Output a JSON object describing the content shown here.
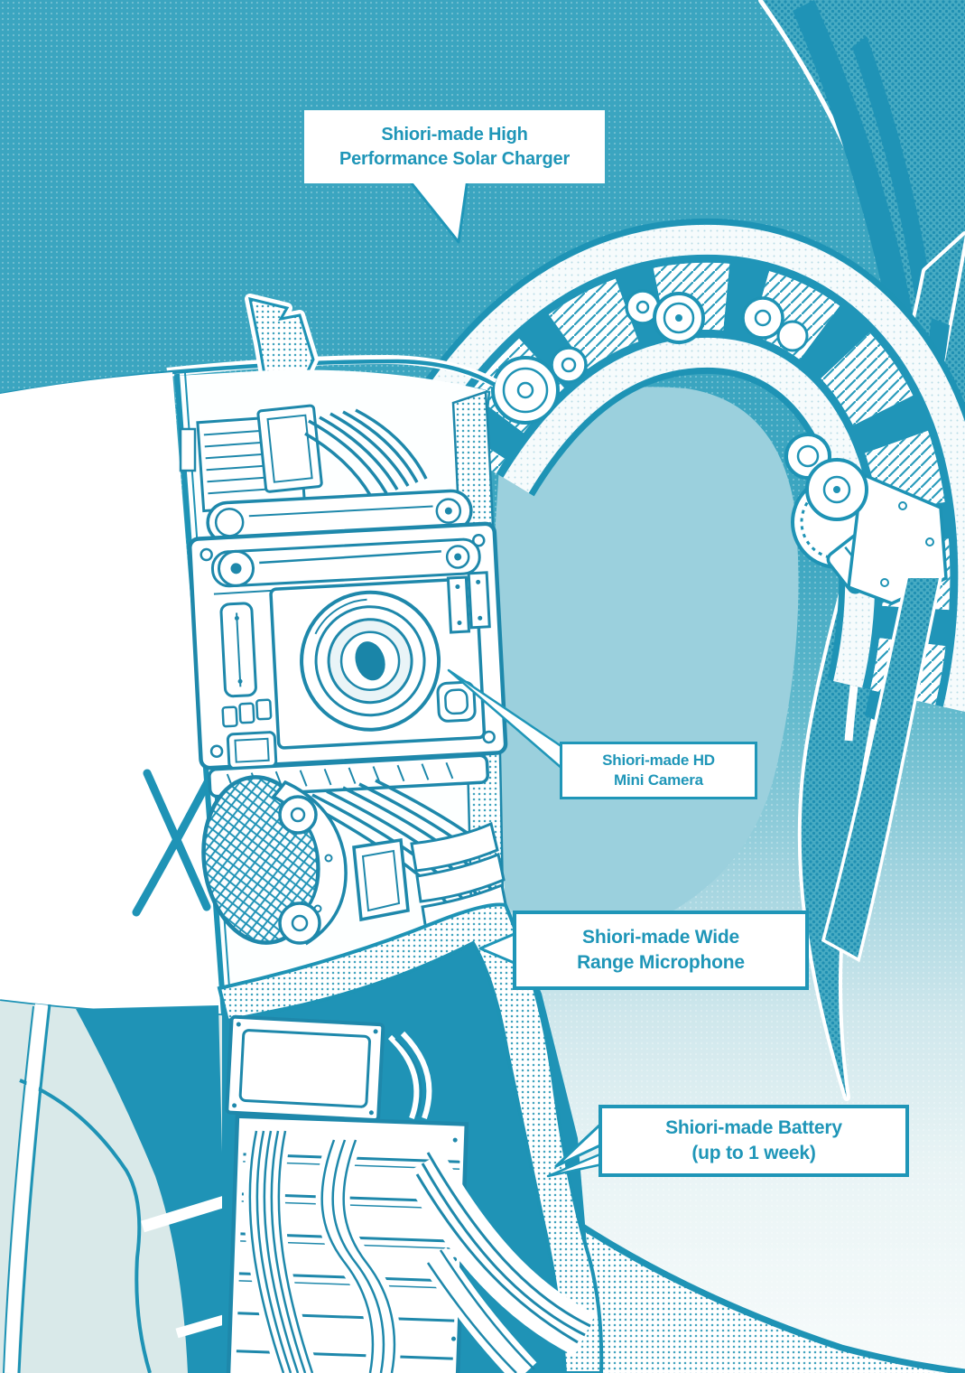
{
  "colors": {
    "teal_background": "#3BA5C0",
    "line_teal": "#1E93B5",
    "solid_teal": "#1F93B6",
    "label_text": "#1F96B8",
    "label_border": "#1F96B8",
    "label_background": "#FFFFFF",
    "light_bottom": "#F7FBFB"
  },
  "callouts": {
    "solar_charger": {
      "line1": "Shiori-made High",
      "line2": "Performance Solar Charger"
    },
    "hd_mini_camera": {
      "line1": "Shiori-made HD",
      "line2": "Mini Camera"
    },
    "wide_range_microphone": {
      "line1": "Shiori-made Wide",
      "line2": "Range Microphone"
    },
    "battery": {
      "line1": "Shiori-made Battery",
      "line2": "(up to 1 week)"
    }
  }
}
